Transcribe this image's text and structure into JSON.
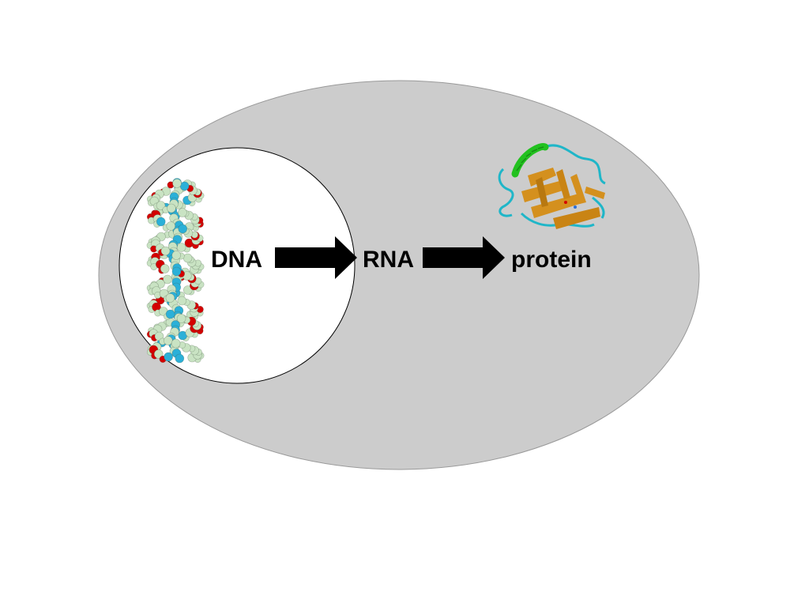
{
  "diagram": {
    "labels": {
      "dna": "DNA",
      "rna": "RNA",
      "protein": "protein"
    },
    "colors": {
      "cell": "#cccccc",
      "cell_stroke": "#999999",
      "nucleus": "#ffffff",
      "nucleus_stroke": "#000000",
      "arrow": "#000000",
      "dna_atom_pale": "#c9e3c3",
      "dna_atom_oxygen": "#d40000",
      "dna_atom_cyan": "#2bb0d8",
      "protein_sheet": "#d4901e",
      "protein_coil": "#1fb6c8",
      "protein_helix": "#22c11f"
    },
    "icons": {
      "dna": "dna-double-helix-icon",
      "protein": "protein-ribbon-structure-icon"
    }
  }
}
